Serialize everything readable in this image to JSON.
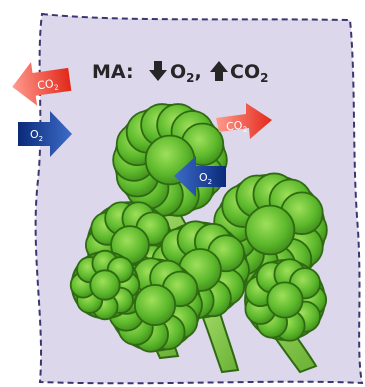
{
  "title": {
    "prefix": "MA: ",
    "o2_symbol": "O",
    "o2_subscript": "2",
    "separator": ", ",
    "co2_symbol": "CO",
    "co2_subscript": "2"
  },
  "arrows": {
    "co2_out_left": {
      "symbol": "CO",
      "subscript": "2"
    },
    "o2_in_left": {
      "symbol": "O",
      "subscript": "2"
    },
    "co2_out_right": {
      "symbol": "CO",
      "subscript": "2"
    },
    "o2_in_center": {
      "symbol": "O",
      "subscript": "2"
    }
  },
  "colors": {
    "bag_fill": "#ddd7ec",
    "bag_outline": "#3b3670",
    "co2_arrow": "#ee3b2a",
    "o2_arrow": "#1f3f93",
    "broccoli_dark": "#2f6a12",
    "broccoli_mid": "#5bb52a",
    "broccoli_light": "#8fd64c",
    "stem": "#8fcf57",
    "title_text": "#262626"
  }
}
